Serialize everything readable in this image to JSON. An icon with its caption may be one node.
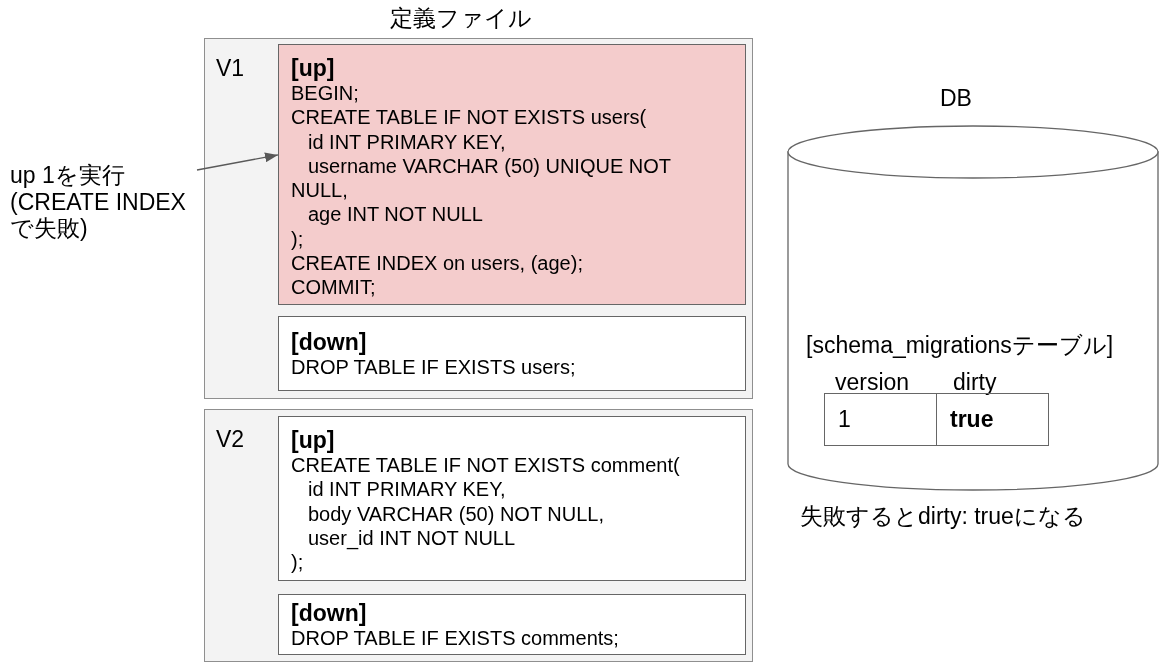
{
  "diagram": {
    "nodes": [
      {
        "text": [
          "V1"
        ]
      },
      {
        "text": [
          "[up]",
          "BEGIN;",
          "CREATE TABLE IF NOT EXISTS users(",
          "id INT PRIMARY KEY,",
          "username VARCHAR (50) UNIQUE NOT NULL,",
          "age INT NOT NULL",
          ");",
          "CREATE INDEX on users, (age);",
          "COMMIT;"
        ],
        "in": 0
      },
      {
        "text": [
          "[down]",
          "DROP TABLE IF EXISTS users;"
        ],
        "in": 0
      },
      {
        "text": [
          "V2"
        ]
      },
      {
        "text": [
          "[up]",
          "CREATE TABLE IF NOT EXISTS comment(",
          "id INT PRIMARY KEY,",
          "body VARCHAR (50) NOT NULL,",
          "user_id INT NOT NULL",
          ");"
        ],
        "in": 3
      },
      {
        "text": [
          "[down]",
          "DROP TABLE IF EXISTS comments;"
        ],
        "in": 3
      },
      {
        "text": [
          "up 1を実行(CREATE INDEXで失敗)"
        ]
      },
      {
        "text": [
          "DB",
          "[schema_migrationsテーブル]"
        ],
        "beside": [
          "失敗するとdirty: trueになる"
        ]
      }
    ],
    "edges": [
      {
        "from": 6,
        "to": 1,
        "arrow": "to"
      }
    ],
    "labels": [
      "定義ファイル",
      "version",
      "dirty",
      "1",
      "true"
    ]
  }
}
